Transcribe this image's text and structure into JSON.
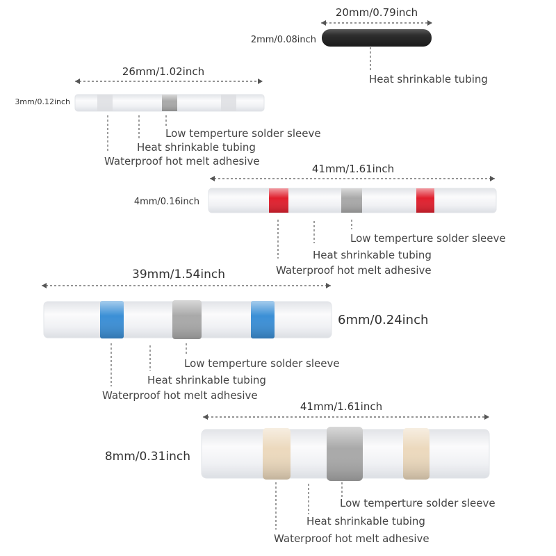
{
  "items": [
    {
      "width_label": "20mm/0.79inch",
      "diameter_label": "2mm/0.08inch",
      "labels": [
        "Heat shrinkable tubing"
      ]
    },
    {
      "width_label": "26mm/1.02inch",
      "diameter_label": "3mm/0.12inch",
      "labels": [
        "Low temperture solder sleeve",
        "Heat shrinkable tubing",
        "Waterproof hot melt adhesive"
      ],
      "ring_color": "#c8c8c8",
      "sleeve_color": "#a9a9a9"
    },
    {
      "width_label": "41mm/1.61inch",
      "diameter_label": "4mm/0.16inch",
      "labels": [
        "Low temperture solder sleeve",
        "Heat shrinkable tubing",
        "Waterproof hot melt adhesive"
      ],
      "ring_color": "#e0202e",
      "sleeve_color": "#a9a9a9"
    },
    {
      "width_label": "39mm/1.54inch",
      "diameter_label": "6mm/0.24inch",
      "labels": [
        "Low temperture solder sleeve",
        "Heat shrinkable tubing",
        "Waterproof hot melt adhesive"
      ],
      "ring_color": "#3b8fd6",
      "sleeve_color": "#a9a9a9"
    },
    {
      "width_label": "41mm/1.61inch",
      "diameter_label": "8mm/0.31inch",
      "labels": [
        "Low temperture solder sleeve",
        "Heat shrinkable tubing",
        "Waterproof hot melt adhesive"
      ],
      "ring_color": "#ecd9bd",
      "sleeve_color": "#a9a9a9"
    }
  ],
  "colors": {
    "tube_body": "#f1f2f4",
    "black_tube": "#3a3a3a",
    "dim_line": "#555555",
    "leader_line": "#666666"
  }
}
